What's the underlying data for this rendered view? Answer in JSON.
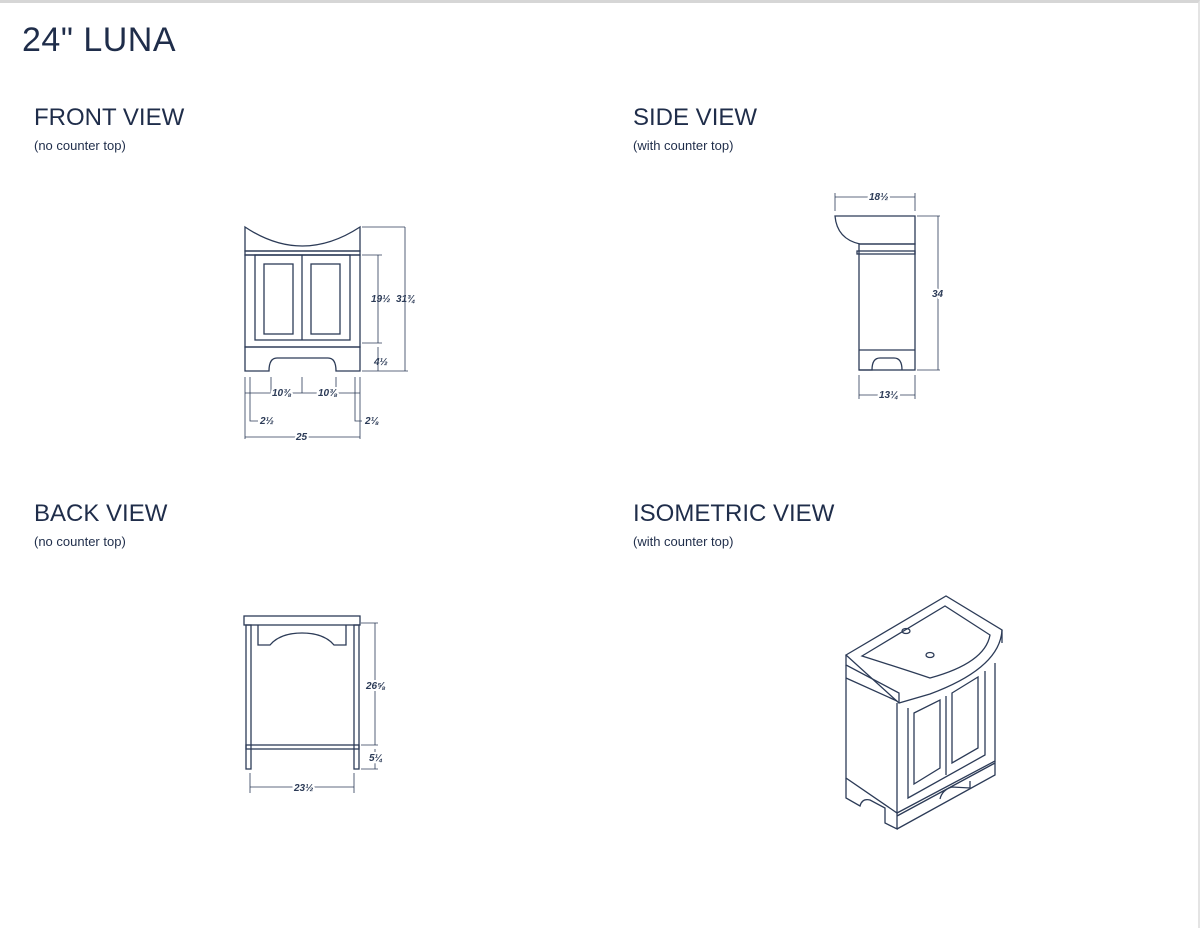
{
  "title": "24\" LUNA",
  "views": [
    {
      "heading": "FRONT VIEW",
      "note": "(no counter top)"
    },
    {
      "heading": "SIDE VIEW",
      "note": "(with counter top)"
    },
    {
      "heading": "BACK VIEW",
      "note": "(no counter top)"
    },
    {
      "heading": "ISOMETRIC VIEW",
      "note": "(with counter top)"
    }
  ],
  "front_dims": {
    "door_height": "19½",
    "total_height": "31¾",
    "base_height": "4½",
    "door_left": "10⅜",
    "door_right": "10⅜",
    "left_offset": "2½",
    "right_offset": "2⅛",
    "width": "25"
  },
  "side_dims": {
    "top_depth": "18½",
    "height": "34",
    "body_depth": "13¼"
  },
  "back_dims": {
    "upper_height": "26⅝",
    "leg_height": "5¼",
    "width": "23½"
  },
  "colors": {
    "line": "#2c3b57",
    "text": "#1f2d4a"
  }
}
